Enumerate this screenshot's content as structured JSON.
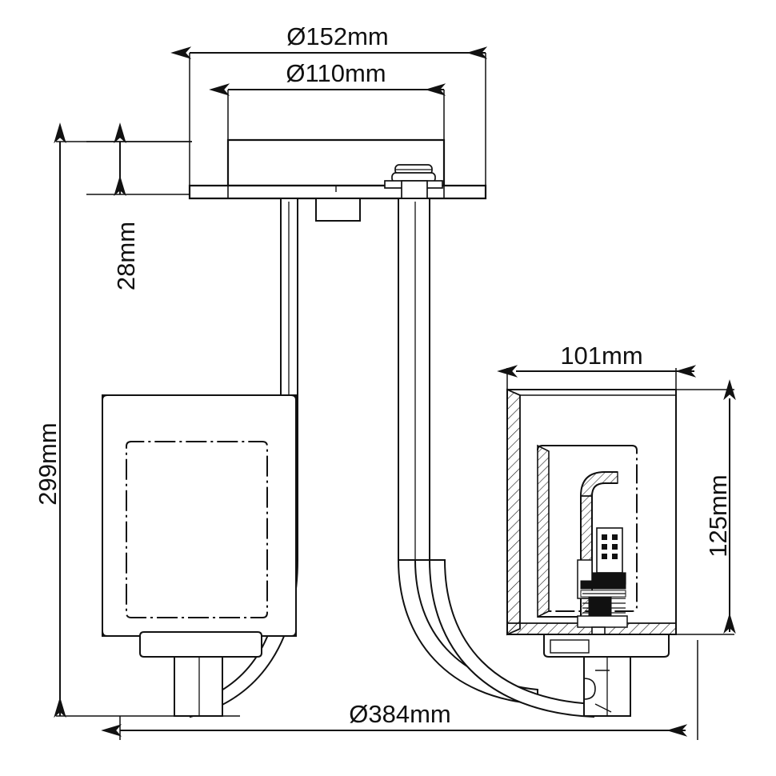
{
  "drawing": {
    "title": "Semi-flush mount ceiling light dimensional drawing",
    "view_type": "front elevation with half cross-section",
    "line_color": "#111111",
    "background_color": "#ffffff",
    "units": "mm"
  },
  "dimensions": {
    "canopy_outer_diameter": {
      "label": "Ø152mm",
      "value": 152,
      "symbol": "Ø",
      "orientation": "horizontal",
      "position": "top"
    },
    "canopy_inner_diameter": {
      "label": "Ø110mm",
      "value": 110,
      "symbol": "Ø",
      "orientation": "horizontal",
      "position": "top-inner"
    },
    "canopy_height": {
      "label": "28mm",
      "value": 28,
      "symbol": "",
      "orientation": "vertical",
      "position": "upper-left"
    },
    "total_height": {
      "label": "299mm",
      "value": 299,
      "symbol": "",
      "orientation": "vertical",
      "position": "far-left"
    },
    "shade_width": {
      "label": "101mm",
      "value": 101,
      "symbol": "",
      "orientation": "horizontal",
      "position": "right-upper"
    },
    "shade_height": {
      "label": "125mm",
      "value": 125,
      "symbol": "",
      "orientation": "vertical",
      "position": "far-right"
    },
    "overall_diameter": {
      "label": "Ø384mm",
      "value": 384,
      "symbol": "Ø",
      "orientation": "horizontal",
      "position": "bottom"
    }
  },
  "parts": {
    "canopy": "ceiling-canopy-plate",
    "mounting_bolt": "mounting-bolt-nut",
    "stem_left": "support-stem-left",
    "stem_right": "support-stem-right",
    "arm_left": "curved-arm-left",
    "arm_right": "curved-arm-right",
    "shade_left": "lamp-shade-left-outline",
    "shade_left_inner": "lamp-shade-left-inner-glass",
    "shade_right": "lamp-shade-right-section",
    "shade_right_inner": "lamp-shade-right-inner-glass-section",
    "socket": "lamp-socket-assembly",
    "base_left": "lamp-base-left",
    "base_right": "lamp-base-right"
  }
}
